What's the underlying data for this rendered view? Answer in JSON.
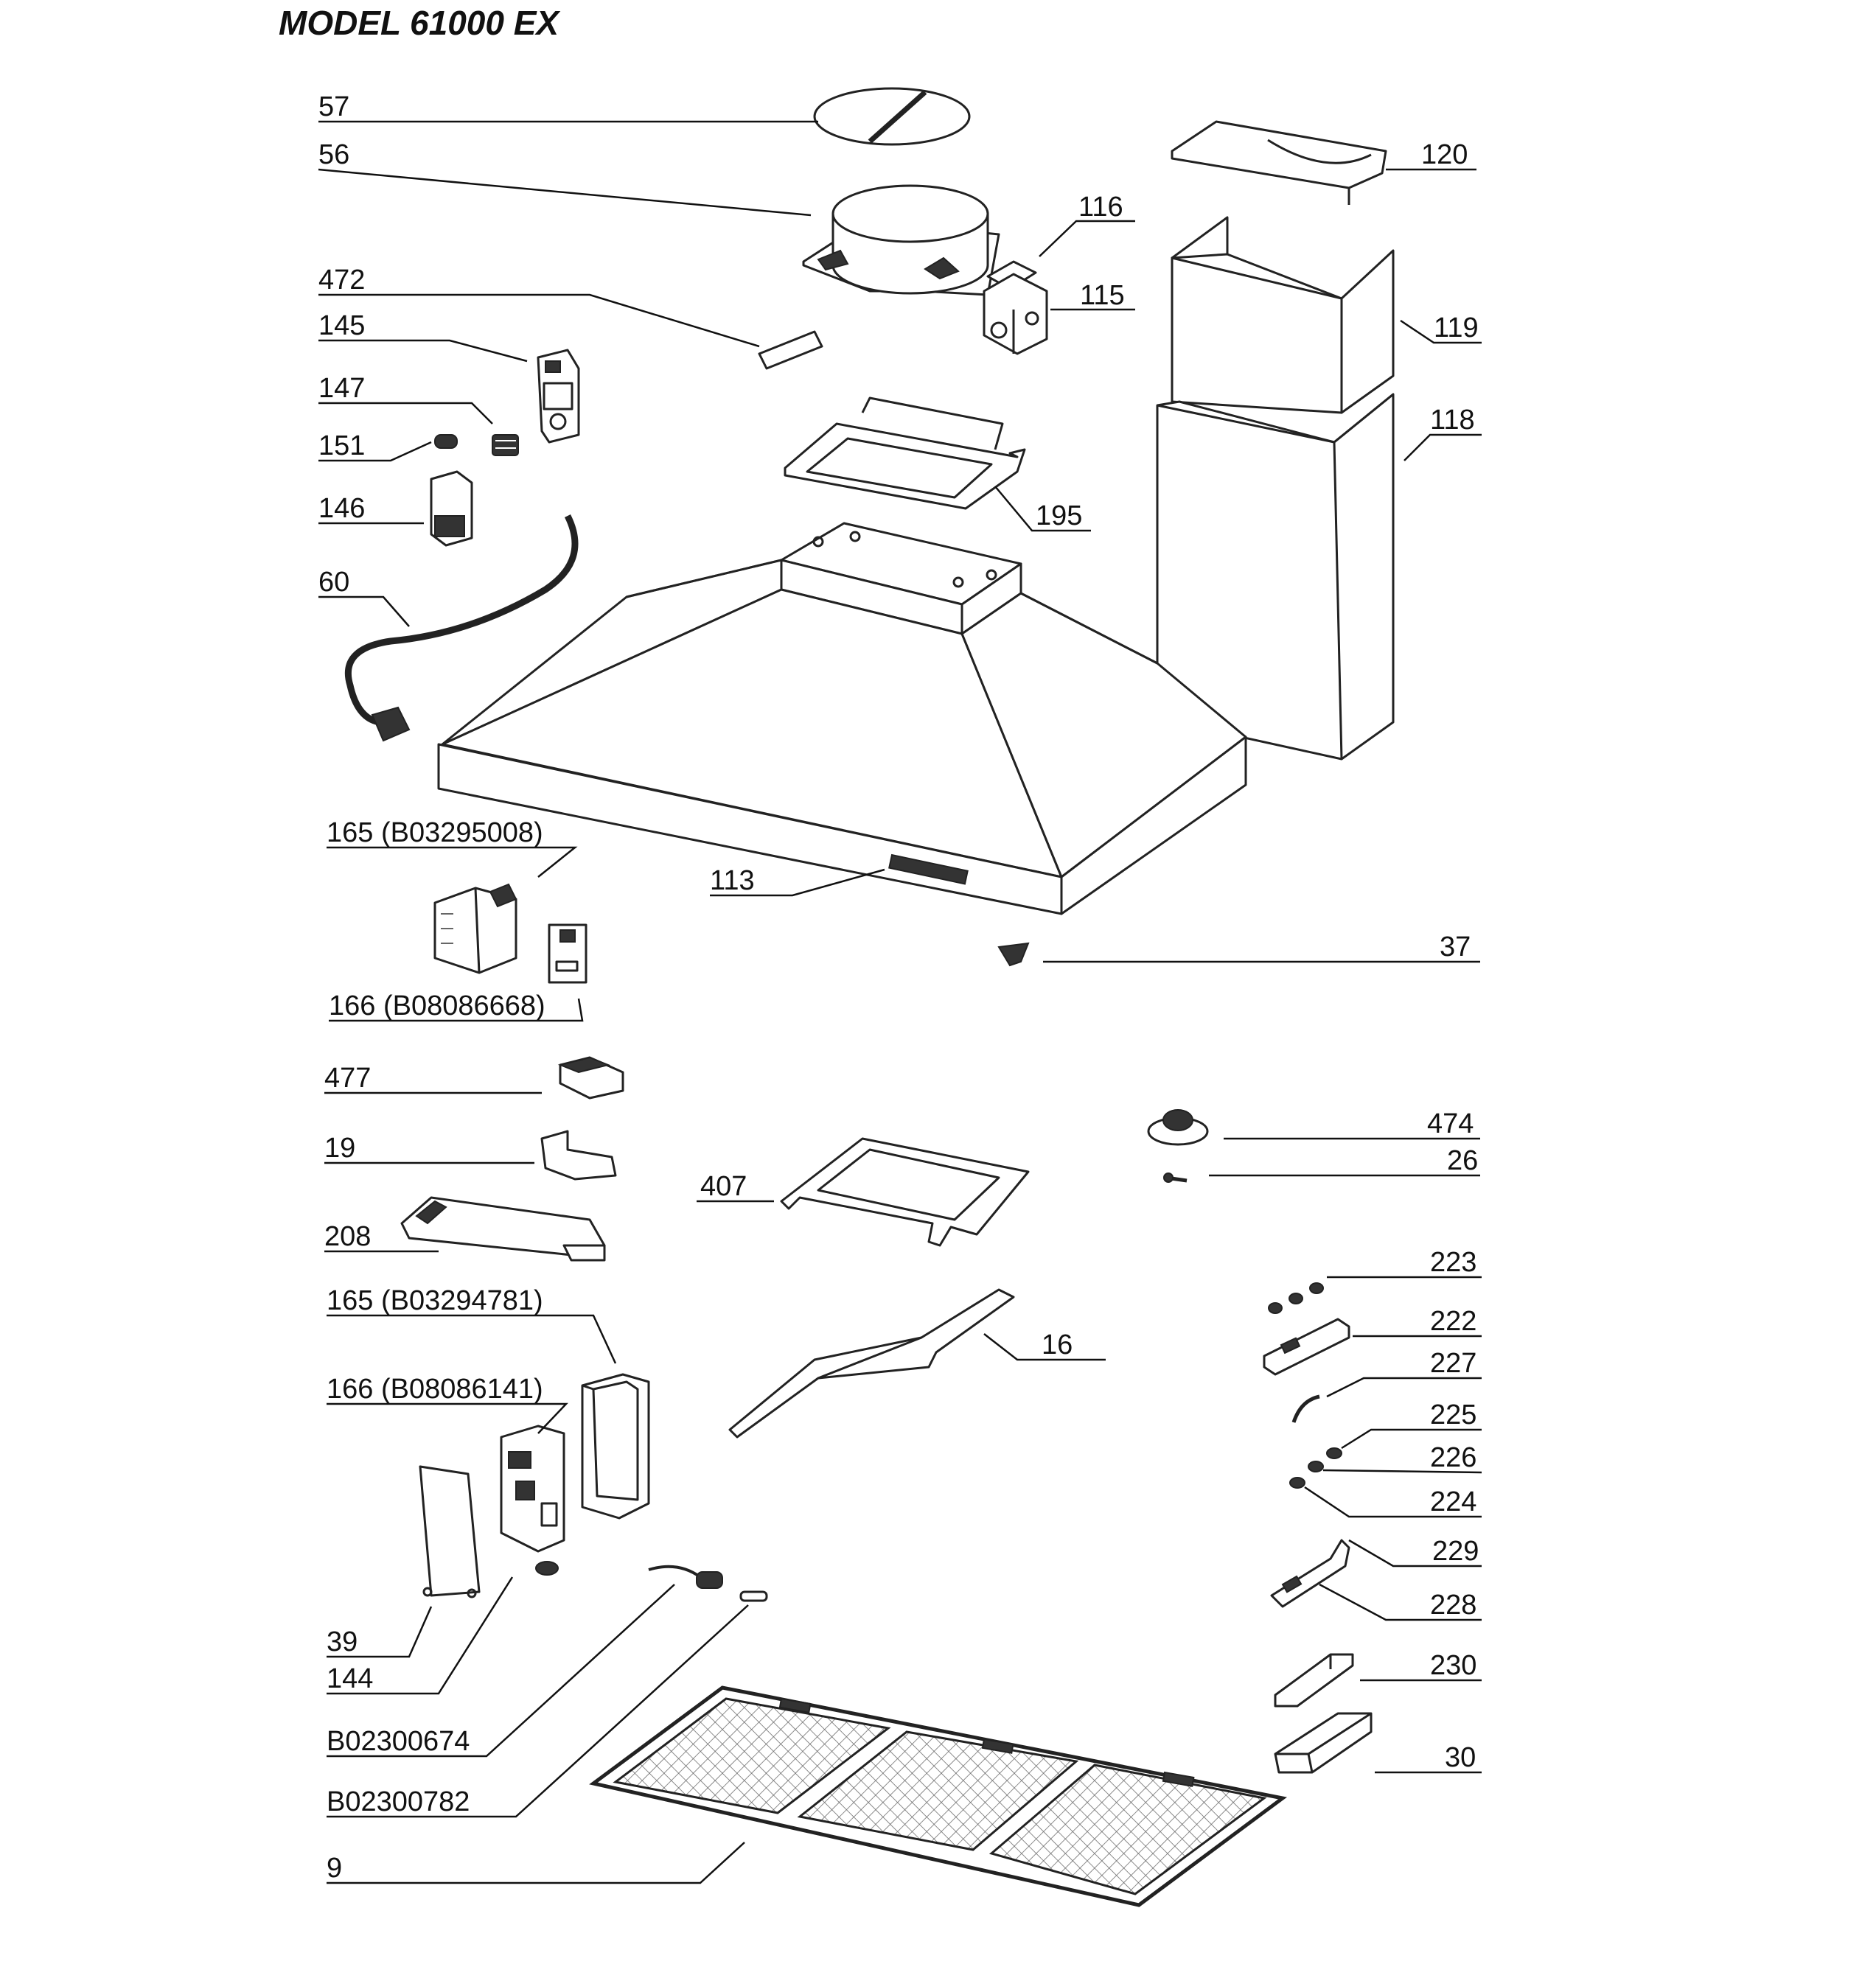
{
  "title": "MODEL 61000 EX",
  "labels": {
    "p57": "57",
    "p56": "56",
    "p120": "120",
    "p116": "116",
    "p115": "115",
    "p472": "472",
    "p145": "145",
    "p119": "119",
    "p147": "147",
    "p151": "151",
    "p118": "118",
    "p146": "146",
    "p195": "195",
    "p60": "60",
    "p165a": "165 (B03295008)",
    "p113": "113",
    "p37": "37",
    "p166a": "166 (B08086668)",
    "p477": "477",
    "p474": "474",
    "p19": "19",
    "p26": "26",
    "p407": "407",
    "p208": "208",
    "p223": "223",
    "p165b": "165 (B03294781)",
    "p222": "222",
    "p16": "16",
    "p227": "227",
    "p166b": "166 (B08086141)",
    "p225": "225",
    "p226": "226",
    "p224": "224",
    "p229": "229",
    "p228": "228",
    "p39": "39",
    "p144": "144",
    "p230": "230",
    "pB674": "B02300674",
    "p30": "30",
    "pB782": "B02300782",
    "p9": "9"
  }
}
